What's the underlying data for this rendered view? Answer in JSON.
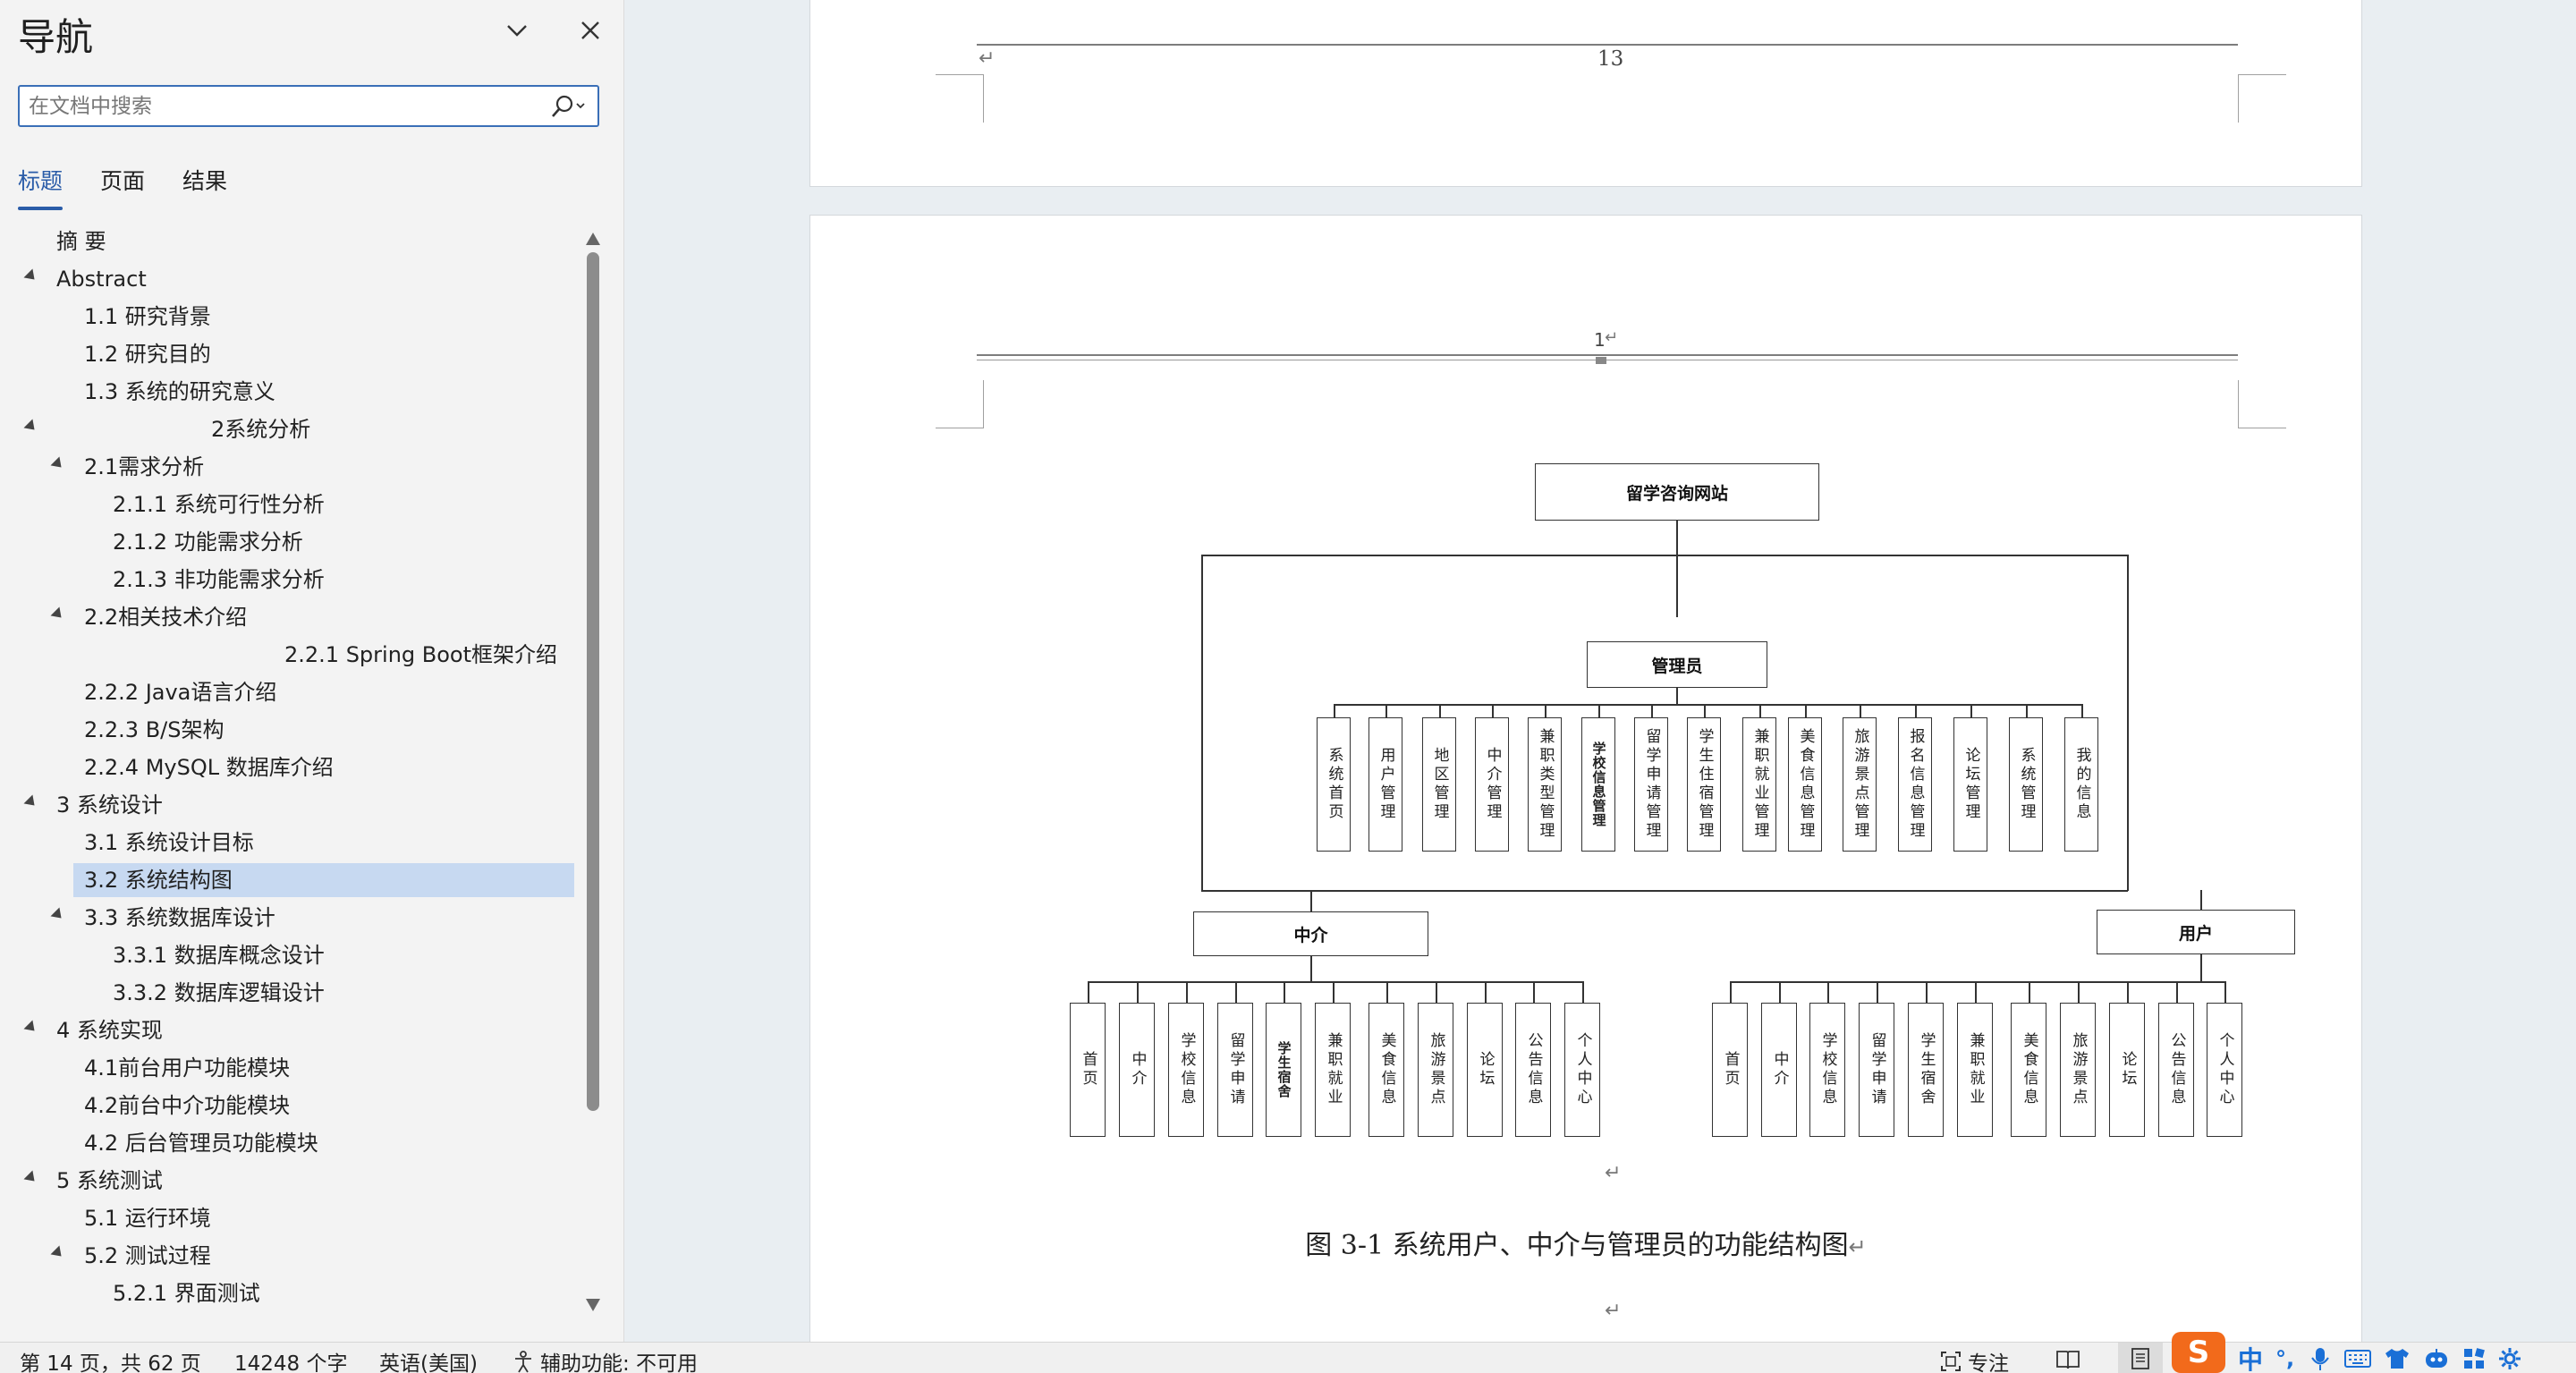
{
  "nav": {
    "title": "导航",
    "search_placeholder": "在文档中搜索",
    "tabs": [
      {
        "label": "标题",
        "active": true
      },
      {
        "label": "页面",
        "active": false
      },
      {
        "label": "结果",
        "active": false
      }
    ],
    "outline": [
      {
        "label": "摘  要",
        "level": 1,
        "expanded": false
      },
      {
        "label": "Abstract",
        "level": 1,
        "expanded": true
      },
      {
        "label": "1.1 研究背景",
        "level": 2,
        "expanded": false
      },
      {
        "label": "1.2 研究目的",
        "level": 2,
        "expanded": false
      },
      {
        "label": "1.3 系统的研究意义",
        "level": 2,
        "expanded": false
      },
      {
        "label": "2系统分析",
        "level": 1,
        "expanded": true
      },
      {
        "label": "2.1需求分析",
        "level": 2,
        "expanded": true
      },
      {
        "label": "2.1.1 系统可行性分析",
        "level": 3,
        "expanded": false
      },
      {
        "label": "2.1.2 功能需求分析",
        "level": 3,
        "expanded": false
      },
      {
        "label": "2.1.3 非功能需求分析",
        "level": 3,
        "expanded": false
      },
      {
        "label": "2.2相关技术介绍",
        "level": 2,
        "expanded": true
      },
      {
        "label": "2.2.1 Spring Boot框架介绍",
        "level": 3,
        "expanded": false
      },
      {
        "label": "2.2.2 Java语言介绍",
        "level": 2,
        "expanded": false
      },
      {
        "label": "2.2.3 B/S架构",
        "level": 2,
        "expanded": false
      },
      {
        "label": "2.2.4 MySQL 数据库介绍",
        "level": 2,
        "expanded": false
      },
      {
        "label": "3 系统设计",
        "level": 1,
        "expanded": true
      },
      {
        "label": "3.1 系统设计目标",
        "level": 2,
        "expanded": false
      },
      {
        "label": "3.2 系统结构图",
        "level": 2,
        "expanded": false,
        "selected": true
      },
      {
        "label": "3.3 系统数据库设计",
        "level": 2,
        "expanded": true
      },
      {
        "label": "3.3.1 数据库概念设计",
        "level": 3,
        "expanded": false
      },
      {
        "label": "3.3.2 数据库逻辑设计",
        "level": 3,
        "expanded": false
      },
      {
        "label": "4 系统实现",
        "level": 1,
        "expanded": true
      },
      {
        "label": "4.1前台用户功能模块",
        "level": 2,
        "expanded": false
      },
      {
        "label": "4.2前台中介功能模块",
        "level": 2,
        "expanded": false
      },
      {
        "label": "4.2 后台管理员功能模块",
        "level": 2,
        "expanded": false
      },
      {
        "label": "5 系统测试",
        "level": 1,
        "expanded": true
      },
      {
        "label": "5.1 运行环境",
        "level": 2,
        "expanded": false
      },
      {
        "label": "5.2 测试过程",
        "level": 2,
        "expanded": true
      },
      {
        "label": "5.2.1 界面测试",
        "level": 3,
        "expanded": false
      }
    ]
  },
  "document": {
    "page1_number": "13",
    "page2_number": "1",
    "return_mark": "↵",
    "diagram": {
      "root": "留学咨询网站",
      "admin": {
        "label": "管理员",
        "children": [
          "系统首页",
          "用户管理",
          "地区管理",
          "中介管理",
          "兼职类型管理",
          "学校信息管理",
          "留学申请管理",
          "学生住宿管理",
          "兼职就业管理",
          "美食信息管理",
          "旅游景点管理",
          "报名信息管理",
          "论坛管理",
          "系统管理",
          "我的信息"
        ]
      },
      "agent": {
        "label": "中介",
        "children": [
          "首页",
          "中介",
          "学校信息",
          "留学申请",
          "学生宿舍",
          "兼职就业",
          "美食信息",
          "旅游景点",
          "论坛",
          "公告信息",
          "个人中心"
        ]
      },
      "user": {
        "label": "用户",
        "children": [
          "首页",
          "中介",
          "学校信息",
          "留学申请",
          "学生宿舍",
          "兼职就业",
          "美食信息",
          "旅游景点",
          "论坛",
          "公告信息",
          "个人中心"
        ]
      }
    },
    "caption": "图 3-1  系统用户、中介与管理员的功能结构图"
  },
  "status": {
    "page_info": "第 14 页，共 62 页",
    "word_count": "14248 个字",
    "language": "英语(美国)",
    "accessibility": "辅助功能: 不可用",
    "focus": "专注",
    "ime_mode": "中",
    "ime_punct": "°,"
  },
  "colors": {
    "accent": "#2a5ca8",
    "selection": "#c7d9f1",
    "sogou": "#f26a1b"
  }
}
